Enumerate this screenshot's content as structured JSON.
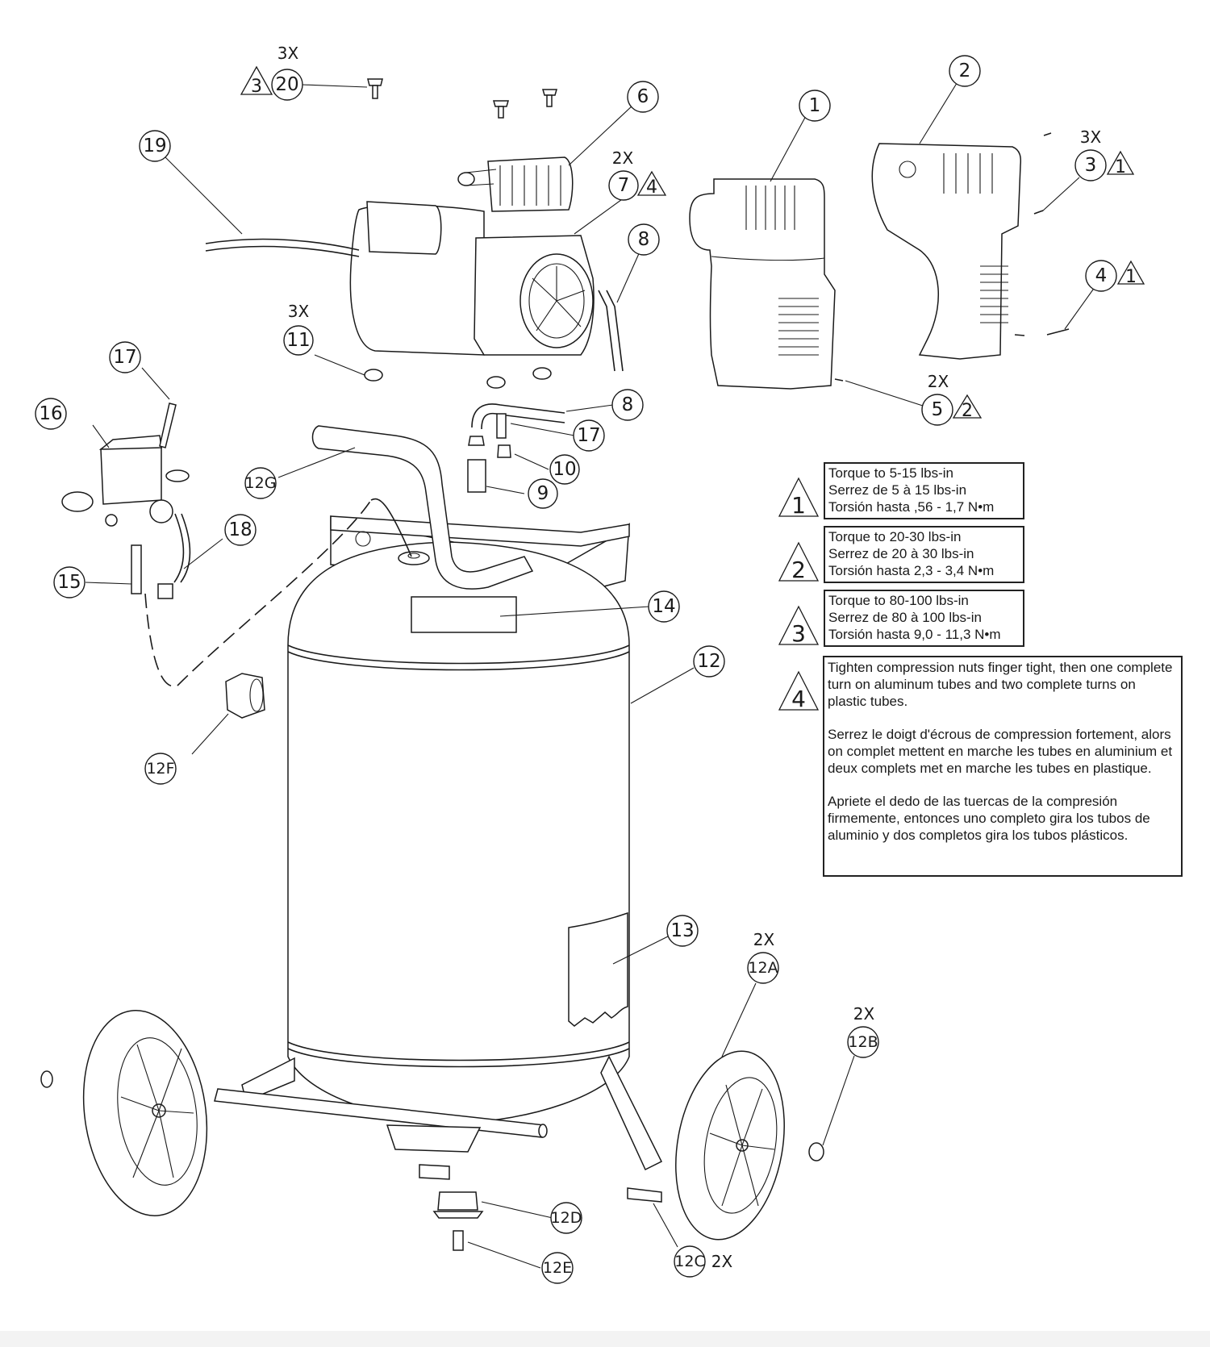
{
  "diagram": {
    "type": "exploded-parts-diagram",
    "subject": "Vertical air compressor",
    "callouts": [
      {
        "id": "1",
        "label": "1"
      },
      {
        "id": "2",
        "label": "2"
      },
      {
        "id": "3",
        "label": "3",
        "qty": "3X",
        "torque_ref": "1"
      },
      {
        "id": "4",
        "label": "4",
        "torque_ref": "1"
      },
      {
        "id": "5",
        "label": "5",
        "qty": "2X",
        "torque_ref": "2"
      },
      {
        "id": "6",
        "label": "6"
      },
      {
        "id": "7",
        "label": "7",
        "qty": "2X",
        "torque_ref": "4"
      },
      {
        "id": "8a",
        "label": "8"
      },
      {
        "id": "8b",
        "label": "8"
      },
      {
        "id": "9",
        "label": "9"
      },
      {
        "id": "10",
        "label": "10"
      },
      {
        "id": "11",
        "label": "11",
        "qty": "3X"
      },
      {
        "id": "12",
        "label": "12"
      },
      {
        "id": "12A",
        "label": "12A",
        "qty": "2X"
      },
      {
        "id": "12B",
        "label": "12B",
        "qty": "2X"
      },
      {
        "id": "12C",
        "label": "12C",
        "qty": "2X"
      },
      {
        "id": "12D",
        "label": "12D"
      },
      {
        "id": "12E",
        "label": "12E"
      },
      {
        "id": "12F",
        "label": "12F"
      },
      {
        "id": "12G",
        "label": "12G"
      },
      {
        "id": "13",
        "label": "13"
      },
      {
        "id": "14",
        "label": "14"
      },
      {
        "id": "15",
        "label": "15"
      },
      {
        "id": "16",
        "label": "16"
      },
      {
        "id": "17a",
        "label": "17"
      },
      {
        "id": "17b",
        "label": "17"
      },
      {
        "id": "18",
        "label": "18"
      },
      {
        "id": "19",
        "label": "19"
      },
      {
        "id": "20",
        "label": "20",
        "qty": "3X",
        "torque_ref": "3"
      }
    ]
  },
  "torque_legend": [
    {
      "symbol": "1",
      "lines": [
        "Torque to 5-15 lbs-in",
        "Serrez de 5 à 15 lbs-in",
        "Torsión hasta ,56 - 1,7 N•m"
      ]
    },
    {
      "symbol": "2",
      "lines": [
        "Torque to 20-30 lbs-in",
        "Serrez de 20 à 30 lbs-in",
        "Torsión hasta 2,3 - 3,4 N•m"
      ]
    },
    {
      "symbol": "3",
      "lines": [
        "Torque to 80-100 lbs-in",
        "Serrez de 80 à 100 lbs-in",
        "Torsión hasta 9,0 - 11,3 N•m"
      ]
    }
  ],
  "compression_note": {
    "symbol": "4",
    "en": "Tighten compression nuts finger tight, then one complete turn on aluminum tubes and two complete turns on plastic tubes.",
    "fr": "Serrez le doigt d'écrous de compression fortement, alors on complet mettent en marche les tubes en aluminium et deux complets met en marche les tubes en plastique.",
    "es": "Apriete el dedo de las tuercas de la compresión firmemente, entonces uno completo gira los tubos de aluminio y dos completos gira los tubos plásticos."
  }
}
